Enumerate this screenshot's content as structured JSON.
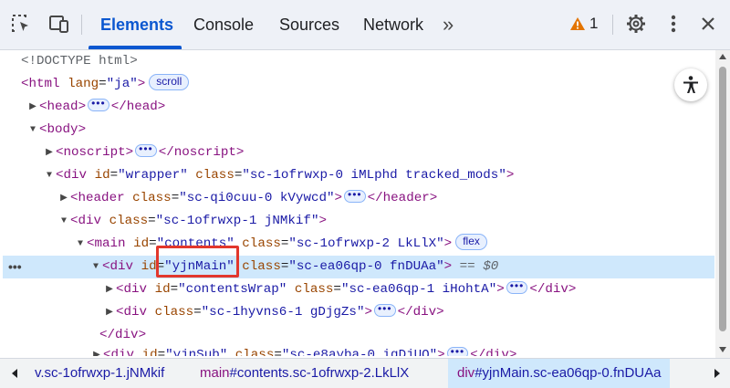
{
  "toolbar": {
    "tabs": [
      {
        "label": "Elements",
        "active": true
      },
      {
        "label": "Console"
      },
      {
        "label": "Sources"
      },
      {
        "label": "Network"
      }
    ],
    "more_tabs": "»",
    "issue_count": "1",
    "icons": [
      "inspect-element-icon",
      "device-toolbar-icon",
      "warning-icon",
      "settings-gear-icon",
      "more-vert-icon",
      "close-icon"
    ],
    "accent_color": "#0b57d0"
  },
  "tree": {
    "doctype": "<!DOCTYPE html>",
    "html_open": "<html",
    "lang_attr": "lang",
    "lang_val": "\"ja\"",
    "scroll_badge": "scroll",
    "head": "<head>",
    "head_close": "</head>",
    "body": "<body>",
    "noscript": "<noscript>",
    "noscript_close": "</noscript>",
    "div_open": "<div",
    "id_attr": "id",
    "class_attr": "class",
    "wrapper_id": "\"wrapper\"",
    "wrapper_class": "\"sc-1ofrwxp-0 iMLphd tracked_mods\"",
    "header_open": "<header",
    "header_class": "\"sc-qi0cuu-0 kVywcd\"",
    "header_close": "</header>",
    "div2_class": "\"sc-1ofrwxp-1 jNMkif\"",
    "main_open": "<main",
    "main_id": "\"contents\"",
    "main_class": "\"sc-1ofrwxp-2 LkLlX\"",
    "flex_badge": "flex",
    "sel_id": "\"yjnMain\"",
    "sel_class": "\"sc-ea06qp-0 fnDUAa\"",
    "sel_eq": "== $0",
    "cw_id": "\"contentsWrap\"",
    "cw_class": "\"sc-ea06qp-1 iHohtA\"",
    "div_close": "</div>",
    "hy_class": "\"sc-1hyvns6-1 gDjgZs\"",
    "sub_id": "\"yjnSub\"",
    "sub_class": "\"sc-e8ayba-0 igDjUQ\"",
    "row_menu": "•••"
  },
  "breadcrumbs": [
    {
      "tag": "",
      "cls": "v.sc-1ofrwxp-1.jNMkif"
    },
    {
      "tag": "main",
      "cls": "#contents.sc-1ofrwxp-2.LkLlX"
    },
    {
      "tag": "div",
      "cls": "#yjnMain.sc-ea06qp-0.fnDUAa",
      "selected": true
    }
  ]
}
